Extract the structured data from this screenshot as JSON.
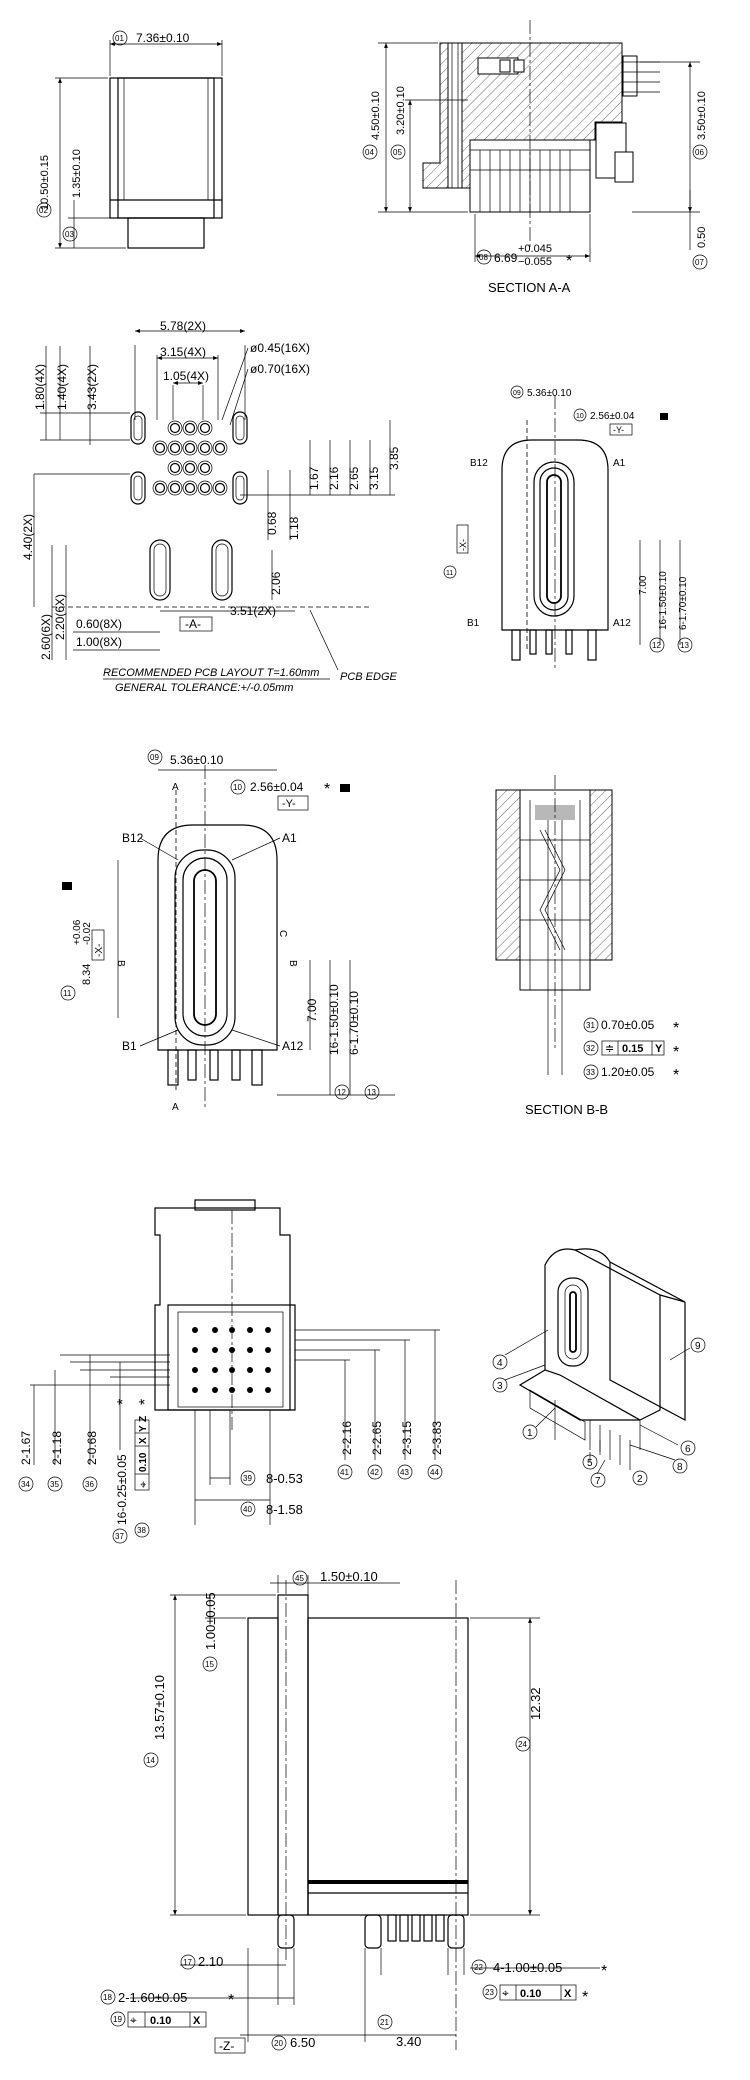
{
  "balloons": {
    "b01": "01",
    "b02": "02",
    "b03": "03",
    "b04": "04",
    "b05": "05",
    "b06": "06",
    "b07": "07",
    "b08": "08",
    "b09": "09",
    "b10": "10",
    "b11": "11",
    "b12": "12",
    "b13": "13",
    "b14": "14",
    "b15": "15",
    "b17": "17",
    "b18": "18",
    "b19": "19",
    "b20": "20",
    "b21": "21",
    "b22": "22",
    "b23": "23",
    "b24": "24",
    "b31": "31",
    "b32": "32",
    "b33": "33",
    "b34": "34",
    "b35": "35",
    "b36": "36",
    "b37": "37",
    "b38": "38",
    "b39": "39",
    "b40": "40",
    "b41": "41",
    "b42": "42",
    "b43": "43",
    "b44": "44",
    "b45": "45"
  },
  "top_view": {
    "d01": "7.36±0.10",
    "d02": "10.50±0.15",
    "d03": "1.35±0.10"
  },
  "section_aa": {
    "title": "SECTION A-A",
    "d04": "4.50±0.10",
    "d05": "3.20±0.10",
    "d06": "3.50±0.10",
    "d07": "0.50",
    "d08_nom": "6.69",
    "d08_plus": "+0.045",
    "d08_minus": "−0.055",
    "star": "*"
  },
  "pcb_layout": {
    "d_578": "5.78(2X)",
    "d_315": "3.15(4X)",
    "d_105": "1.05(4X)",
    "d_045": "ø0.45(16X)",
    "d_070": "ø0.70(16X)",
    "d_180": "1.80(4X)",
    "d_140": "1.40(4X)",
    "d_343": "3.43(2X)",
    "d_440": "4.40(2X)",
    "d_260": "2.60(6X)",
    "d_220": "2.20(6X)",
    "d_060": "0.60(8X)",
    "d_100": "1.00(8X)",
    "d_351": "3.51(2X)",
    "d_206": "2.06",
    "d_068": "0.68",
    "d_118": "1.18",
    "d_167": "1.67",
    "d_216": "2.16",
    "d_265": "2.65",
    "d_315b": "3.15",
    "d_385": "3.85",
    "datum_a": "-A-",
    "note1": "RECOMMENDED PCB LAYOUT T=1.60mm",
    "note2": "GENERAL TOLERANCE:+/-0.05mm",
    "pcb_edge": "PCB EDGE"
  },
  "front_view": {
    "d09": "5.36±0.10",
    "d10": "2.56±0.04",
    "datum_y": "-Y-",
    "datum_x": "-X-",
    "d11_nom": "8.34",
    "d11_plus": "+0.06",
    "d11_minus": "-0.02",
    "d700": "7.00",
    "d1650": "16-1.50±0.10",
    "d670": "6-1.70±0.10",
    "b12_label": "B12",
    "a1_label": "A1",
    "b1_label": "B1",
    "a12_label": "A12",
    "a_mark": "A",
    "b_mark": "B",
    "c_mark": "C",
    "star": "*"
  },
  "section_bb": {
    "title": "SECTION B-B",
    "d31": "0.70±0.05",
    "d32": "0.15",
    "d32_datum": "Y",
    "d33": "1.20±0.05",
    "star": "*"
  },
  "bottom_view": {
    "d34": "2-1.67",
    "d35": "2-1.18",
    "d36": "2-0.68",
    "d37": "16-0.25±0.05",
    "d38_tol": "0.10",
    "d38_x": "X",
    "d38_y": "Y",
    "d38_z": "Z",
    "d39": "8-0.53",
    "d40": "8-1.58",
    "d41": "2-2.16",
    "d42": "2-2.65",
    "d43": "2-3.15",
    "d44": "2-3.83",
    "star": "*"
  },
  "iso_view": {
    "p1": "1",
    "p2": "2",
    "p3": "3",
    "p4": "4",
    "p5": "5",
    "p6": "6",
    "p7": "7",
    "p8": "8",
    "p9": "9"
  },
  "side_view": {
    "d45": "1.50±0.10",
    "d14": "13.57±0.10",
    "d15": "1.00±0.05",
    "d24": "12.32",
    "d17": "2.10",
    "d18": "2-1.60±0.05",
    "d19_tol": "0.10",
    "d19_x": "X",
    "d20": "6.50",
    "d21": "3.40",
    "d22": "4-1.00±0.05",
    "d23_tol": "0.10",
    "d23_x": "X",
    "datum_z": "-Z-",
    "star": "*"
  }
}
